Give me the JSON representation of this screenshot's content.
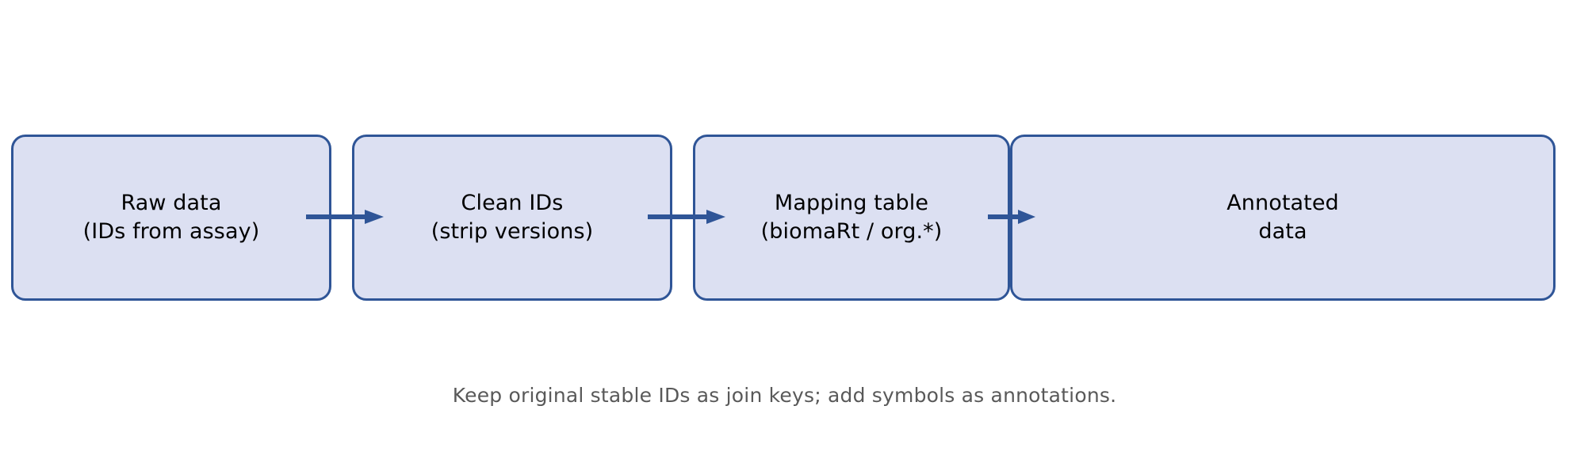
{
  "diagram": {
    "type": "flowchart",
    "orientation": "left-to-right",
    "colors": {
      "node_fill": "#dce0f2",
      "node_border": "#2f5597",
      "arrow": "#2f5597",
      "node_text": "#000000",
      "caption_text": "#595959",
      "background": "#ffffff"
    },
    "nodes": [
      {
        "id": "raw-data",
        "label": "Raw data\n(IDs from assay)",
        "line1": "Raw data",
        "line2": "(IDs from assay)"
      },
      {
        "id": "clean-ids",
        "label": "Clean IDs\n(strip versions)",
        "line1": "Clean IDs",
        "line2": "(strip versions)"
      },
      {
        "id": "mapping-table",
        "label": "Mapping table\n(biomaRt / org.*)",
        "line1": "Mapping table",
        "line2": "(biomaRt / org.*)"
      },
      {
        "id": "annotated-data",
        "label": "Annotated\ndata",
        "line1": "Annotated",
        "line2": "data"
      }
    ],
    "edges": [
      {
        "id": "raw-to-clean",
        "from": "raw-data",
        "to": "clean-ids",
        "label": ""
      },
      {
        "id": "clean-to-mapping",
        "from": "clean-ids",
        "to": "mapping-table",
        "label": ""
      },
      {
        "id": "mapping-to-annotated",
        "from": "mapping-table",
        "to": "annotated-data",
        "label": ""
      }
    ],
    "caption": "Keep original stable IDs as join keys; add symbols as annotations."
  }
}
